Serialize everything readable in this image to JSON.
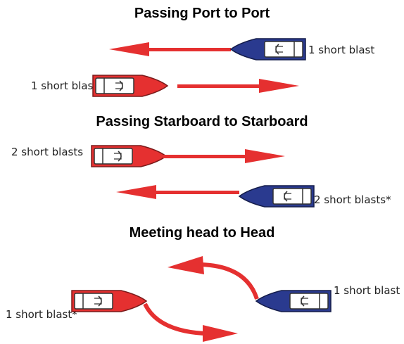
{
  "sections": [
    {
      "title": "Passing Port to Port",
      "top_label": "1 short blast",
      "bottom_label": "1 short blast*"
    },
    {
      "title": "Passing Starboard to Starboard",
      "top_label": "2 short blasts",
      "bottom_label": "2 short blasts*"
    },
    {
      "title": "Meeting head to Head",
      "top_label": "1 short blast",
      "bottom_label": "1 short blast*"
    }
  ],
  "colors": {
    "arrow": "#e53030",
    "red_boat": "#e53030",
    "blue_boat": "#2a3a8f"
  }
}
